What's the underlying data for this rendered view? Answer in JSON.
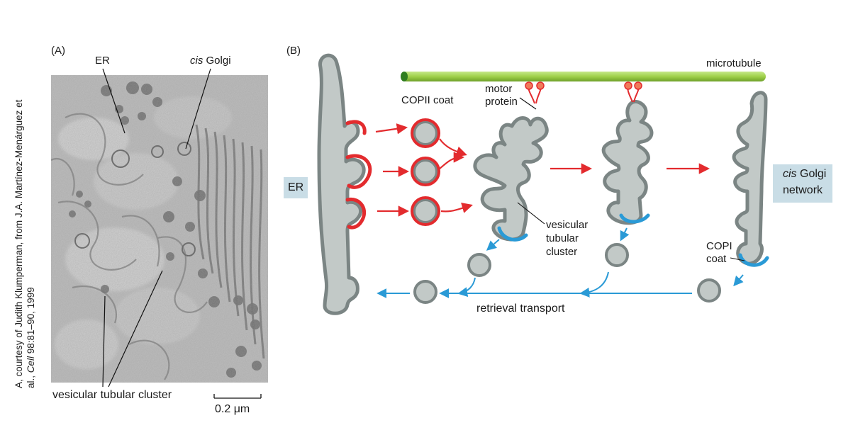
{
  "panelA": {
    "label": "(A)",
    "er": "ER",
    "cis_golgi_italic": "cis",
    "cis_golgi_rest": " Golgi",
    "vtc": "vesicular tubular cluster",
    "scale": "0.2 μm",
    "credit_line1": "A, courtesy of Judith Klumperman, from J.A. Martínez-Menárguez et",
    "credit_line2_pre": "al., ",
    "credit_line2_journal": "Cell",
    "credit_line2_post": " 98:81–90, 1999"
  },
  "panelB": {
    "label": "(B)",
    "microtubule": "microtubule",
    "copii": "COPII coat",
    "motor1": "motor",
    "motor2": "protein",
    "er": "ER",
    "vtc1": "vesicular",
    "vtc2": "tubular",
    "vtc3": "cluster",
    "cis_italic": "cis",
    "cis_rest": " Golgi",
    "network": "network",
    "copi1": "COPI",
    "copi2": "coat",
    "retrieval": "retrieval transport"
  },
  "colors": {
    "membrane_fill": "#c2c9c7",
    "membrane_edge": "#7b8584",
    "copii_red": "#e32b2e",
    "copi_blue": "#2a9ad6",
    "microtubule": "#9fd04a",
    "tag_bg": "#c9dde6"
  }
}
